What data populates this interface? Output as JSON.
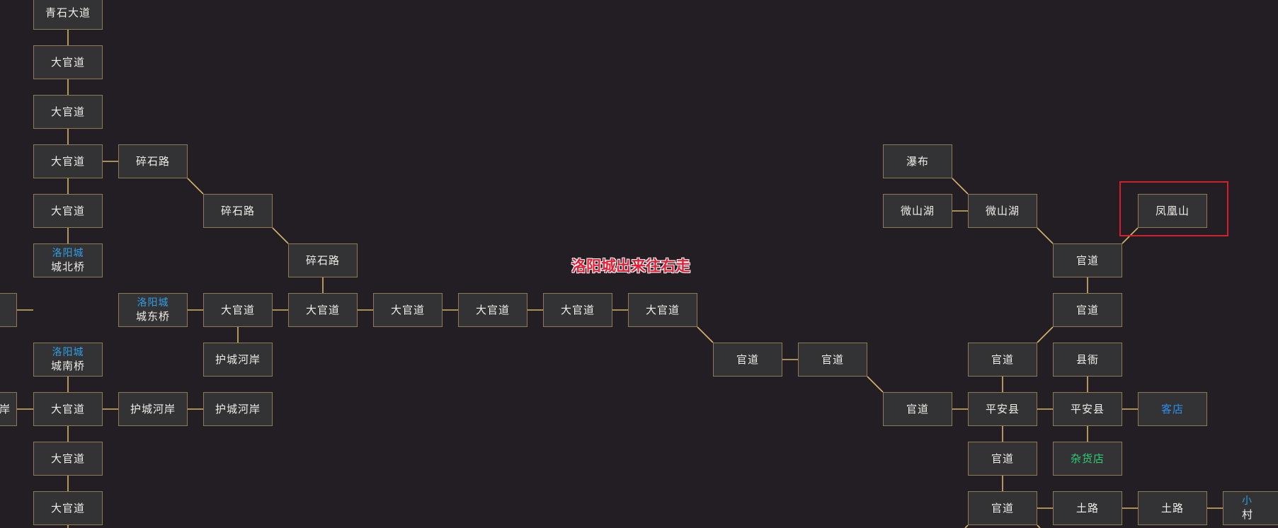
{
  "hint_text": "洛阳城出来往右走",
  "link_color": "#d8b46a",
  "highlight_color": "#d3202c",
  "locations": {
    "qingshi": "青石大道",
    "dg1": "大官道",
    "dg2": "大官道",
    "dg3": "大官道",
    "dg4": "大官道",
    "bridge_north_city": "洛阳城",
    "bridge_north": "城北桥",
    "gravel1": "碎石路",
    "gravel2": "碎石路",
    "gravel3": "碎石路",
    "bridge_east_city": "洛阳城",
    "bridge_east": "城东桥",
    "e_dg1": "大官道",
    "e_dg2": "大官道",
    "e_dg3": "大官道",
    "e_dg4": "大官道",
    "e_dg5": "大官道",
    "e_dg6": "大官道",
    "bank_upper": "护城河岸",
    "bridge_south_city": "洛阳城",
    "bridge_south": "城南桥",
    "s_dg1": "大官道",
    "s_dg2": "大官道",
    "s_dg3": "大官道",
    "bank_mid": "护城河岸",
    "bank_right": "护城河岸",
    "bank_left_partial": "岸",
    "gd1": "官道",
    "gd2": "官道",
    "gd3": "官道",
    "waterfall": "瀑布",
    "weishan1": "微山湖",
    "weishan2": "微山湖",
    "fenghuang": "凤凰山",
    "gd_r1": "官道",
    "gd_r2": "官道",
    "gd_l1": "官道",
    "county_office": "县衙",
    "pingan1": "平安县",
    "pingan2": "平安县",
    "inn": "客店",
    "gd_l2": "官道",
    "grocery": "杂货店",
    "gd_l3": "官道",
    "dirt1": "土路",
    "dirt2": "土路",
    "village_partial_top": "小",
    "village_partial_bottom": "村"
  }
}
